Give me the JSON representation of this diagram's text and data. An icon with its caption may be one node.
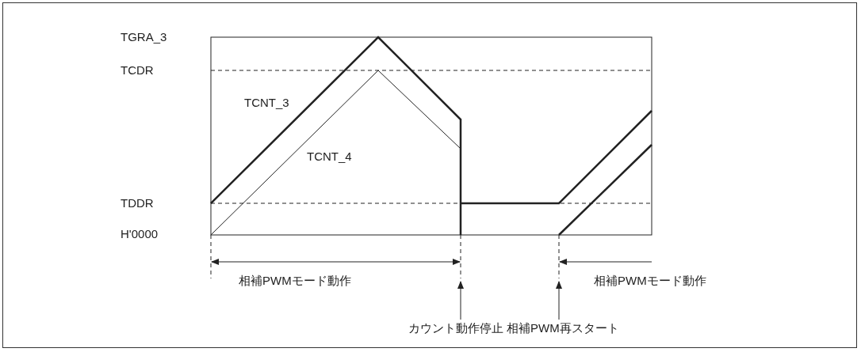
{
  "diagram": {
    "nodes": [
      {
        "text": [
          "カウント動作停止"
        ]
      },
      {
        "text": [
          "相補PWM再スタート"
        ]
      }
    ],
    "edges": [
      {
        "from": 0,
        "to": null,
        "arrow": "to"
      },
      {
        "from": 1,
        "to": null,
        "arrow": "to"
      }
    ],
    "labels": [
      "TGRA_3",
      "TCDR",
      "TCNT_3",
      "TCNT_4",
      "TDDR",
      "H'0000",
      "相補PWMモード動作",
      "相補PWMモード動作"
    ]
  }
}
